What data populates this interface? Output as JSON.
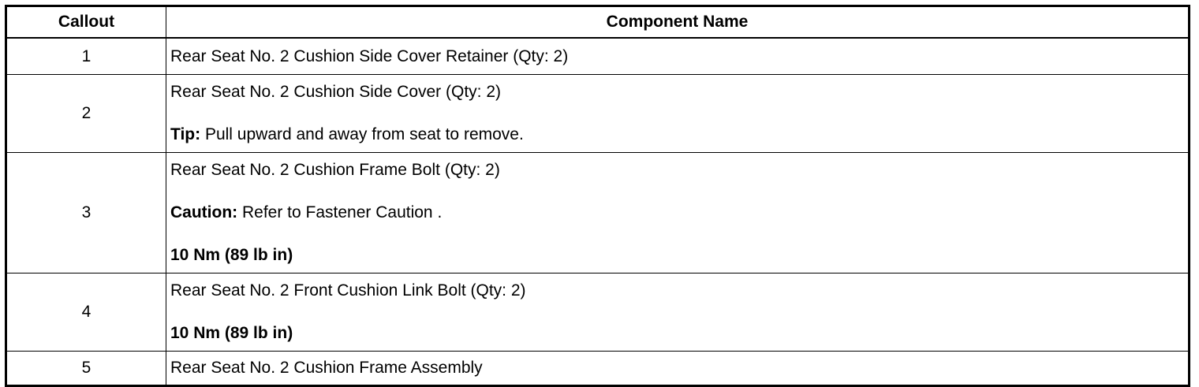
{
  "table": {
    "headers": {
      "callout": "Callout",
      "component": "Component Name"
    },
    "rows": [
      {
        "callout": "1",
        "name": "Rear Seat No. 2 Cushion Side Cover Retainer (Qty: 2)"
      },
      {
        "callout": "2",
        "name": "Rear Seat No. 2 Cushion Side Cover (Qty: 2)",
        "tip_label": "Tip:",
        "tip_text": " Pull upward and away from seat to remove."
      },
      {
        "callout": "3",
        "name": "Rear Seat No. 2 Cushion Frame Bolt (Qty: 2)",
        "caution_label": "Caution:",
        "caution_text": " Refer to Fastener Caution .",
        "torque": "10 Nm (89 lb in)"
      },
      {
        "callout": "4",
        "name": "Rear Seat No. 2 Front Cushion Link Bolt (Qty: 2)",
        "torque": "10 Nm (89 lb in)"
      },
      {
        "callout": "5",
        "name": "Rear Seat No. 2 Cushion Frame Assembly"
      }
    ]
  }
}
